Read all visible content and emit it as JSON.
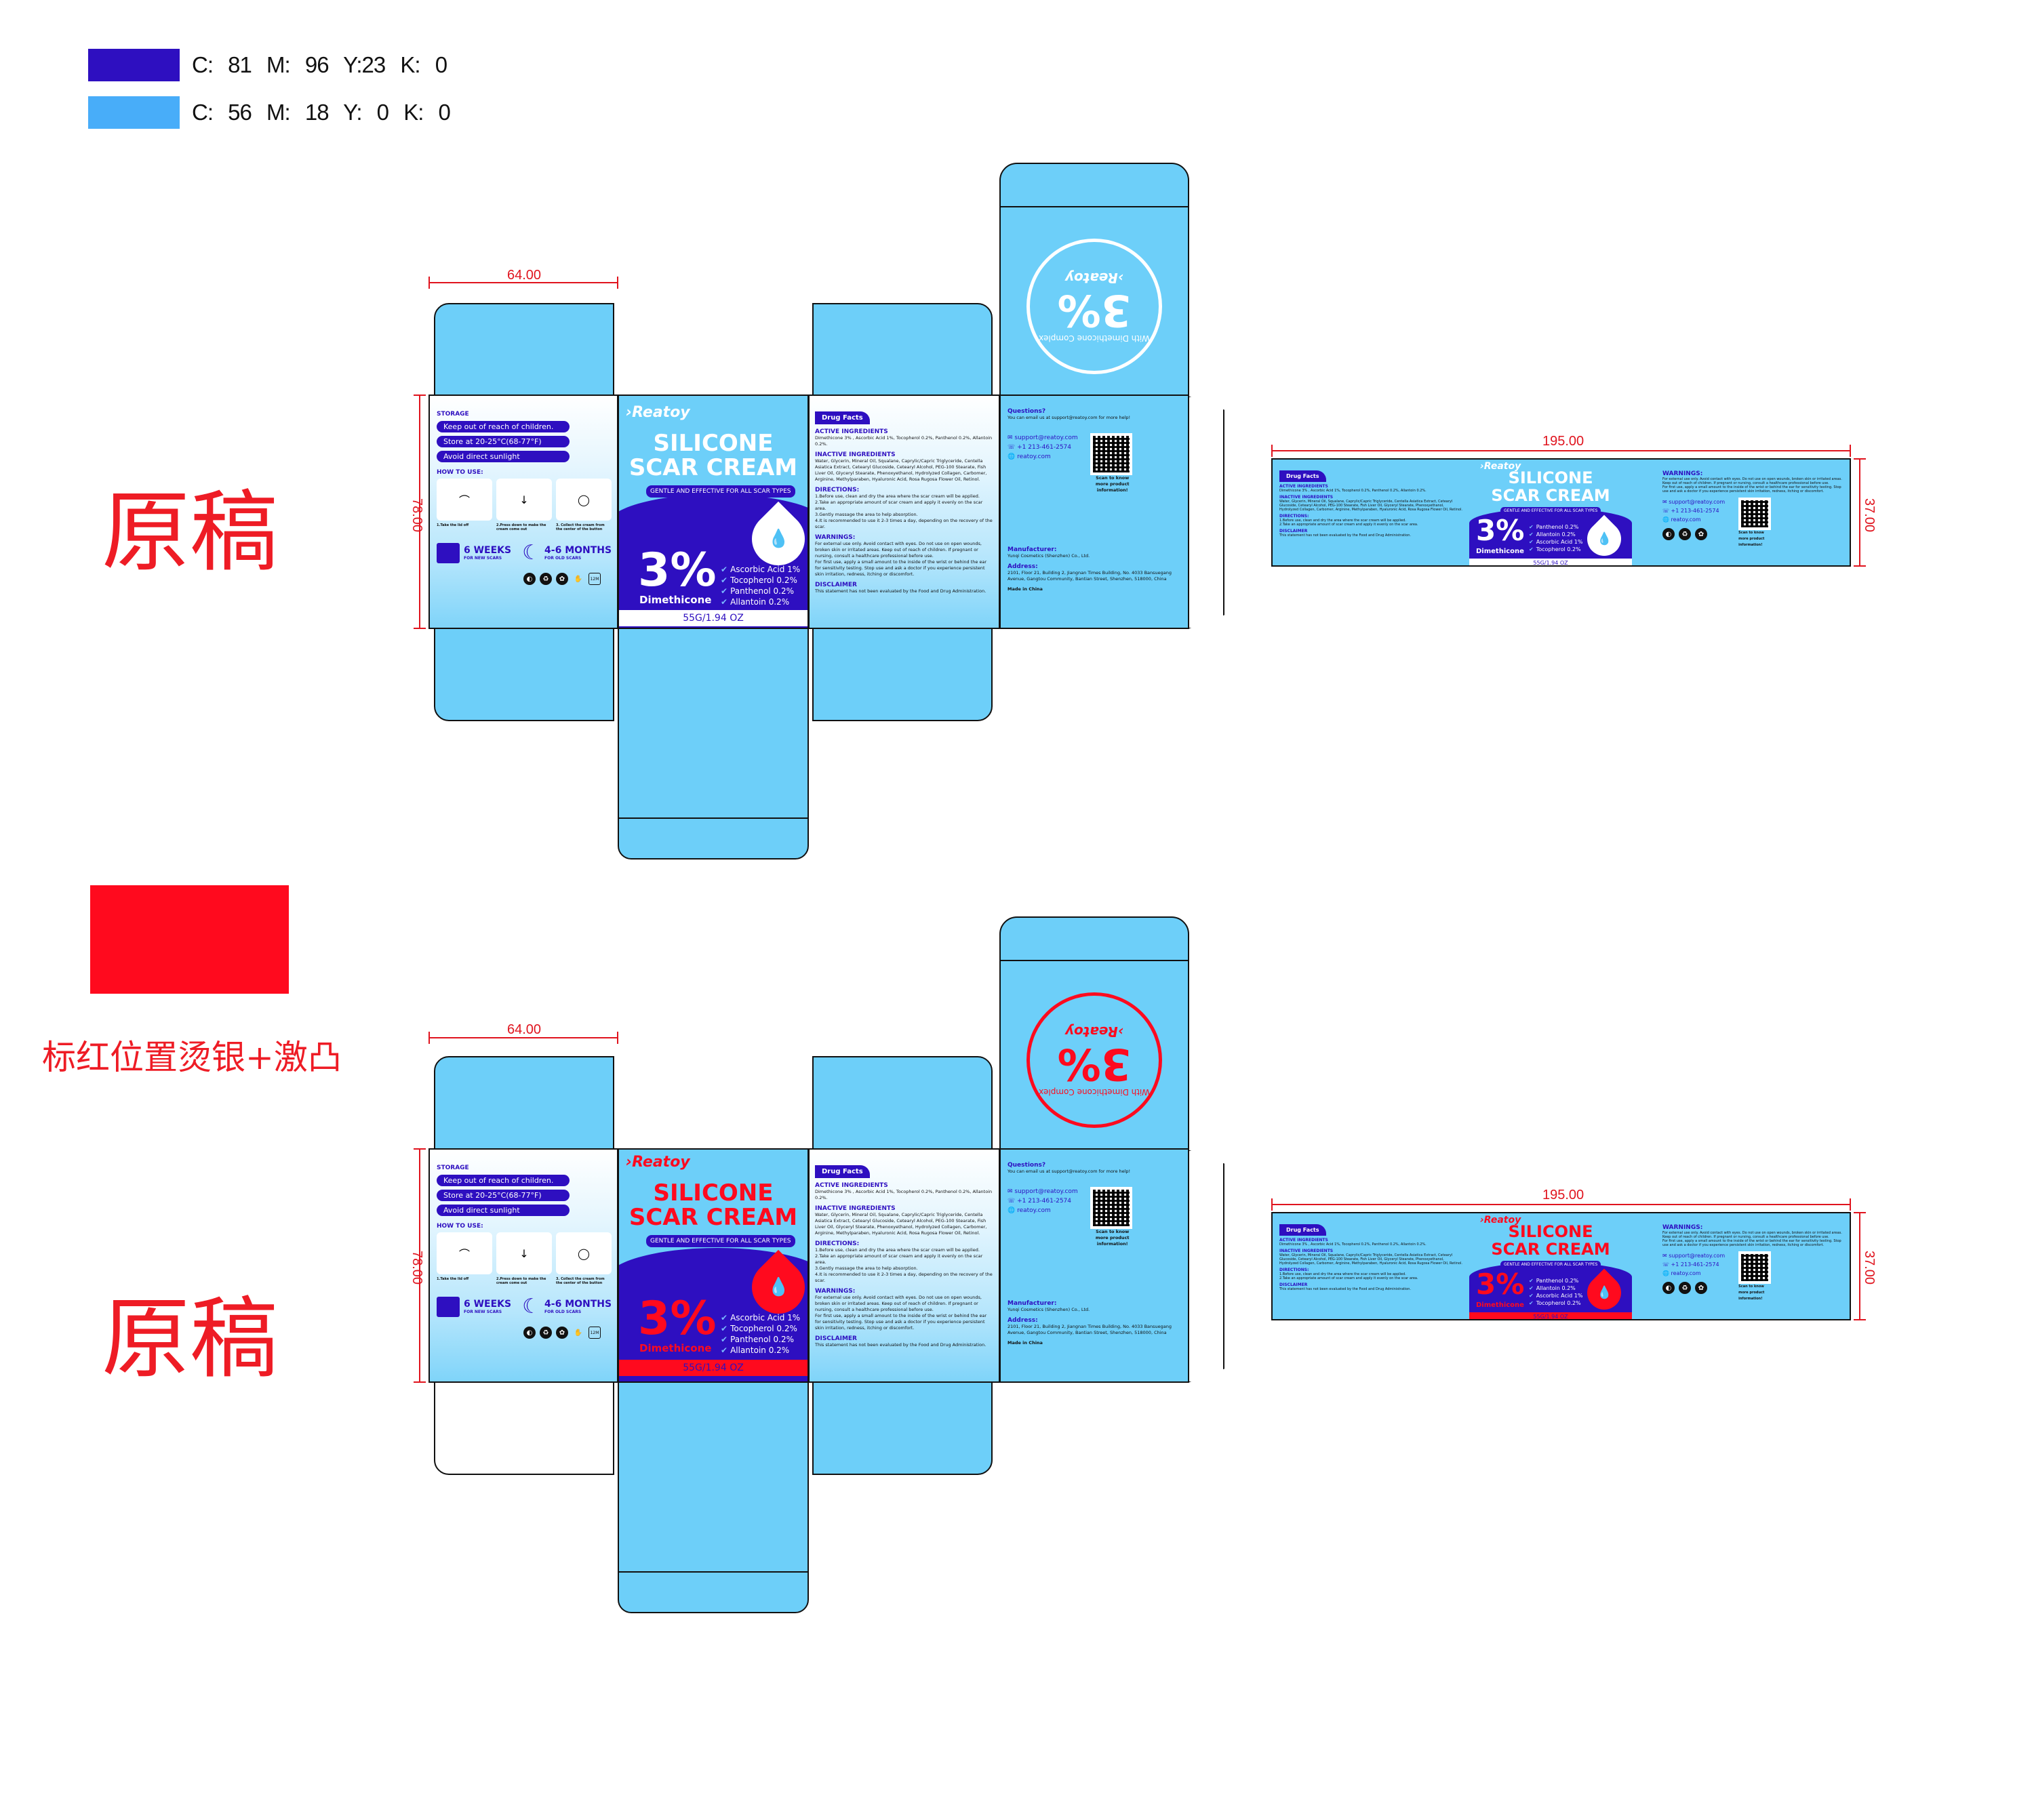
{
  "color_swatches": [
    {
      "hex": "#2e0fc0",
      "label": "C: 81  M: 96  Y:23  K: 0"
    },
    {
      "hex": "#48adf9",
      "label": "C: 56  M: 18  Y: 0  K: 0"
    }
  ],
  "annotations": {
    "original_label": "原稿",
    "foil_swatch_hex": "#ff0a1e",
    "foil_note": "标红位置烫银+激凸"
  },
  "dimensions": {
    "box_width": "64.00",
    "box_height": "78.00",
    "label_width": "195.00",
    "label_height": "37.00"
  },
  "product": {
    "brand": "›Reatoy",
    "title_line1": "SILICONE",
    "title_line2": "SCAR CREAM",
    "tagline": "GENTLE AND EFFECTIVE FOR ALL SCAR TYPES",
    "percent": "3%",
    "active": "Dimethicone",
    "ingredients": [
      "Ascorbic Acid 1%",
      "Tocopherol 0.2%",
      "Panthenol 0.2%",
      "Allantoin 0.2%"
    ],
    "label_ingredients": [
      "Panthenol 0.2%",
      "Allantoin 0.2%",
      "Ascorbic Acid 1%",
      "Tocopherol 0.2%"
    ],
    "weight": "55G/1.94 OZ"
  },
  "side_panel": {
    "storage_title": "STORAGE",
    "storage_items": [
      "Keep out of reach of children.",
      "Store at 20-25°C(68-77°F)",
      "Avoid direct sunlight"
    ],
    "how_to_title": "HOW TO USE:",
    "steps": [
      "1.Take the lid off",
      "2.Press down to make the cream come out",
      "3. Collect the cream from the center of the button"
    ],
    "badges": [
      {
        "big": "6 WEEKS",
        "small": "FOR NEW SCARS",
        "icon": "calendar-icon"
      },
      {
        "big": "4-6 MONTHS",
        "small": "FOR OLD SCARS",
        "icon": "moon-icon"
      }
    ],
    "eco_icons": [
      "green-dot-icon",
      "recycle-icon",
      "cruelty-free-icon",
      "not-tested-icon",
      "pao-12m-icon"
    ],
    "pao": "12M"
  },
  "drug_facts": {
    "header": "Drug Facts",
    "active_title": "ACTIVE INGREDIENTS",
    "active_text": "Dimethicone 3% , Ascorbic Acid 1%, Tocopherol 0.2%, Panthenol 0.2%, Allantoin 0.2%.",
    "inactive_title": "INACTIVE INGREDIENTS",
    "inactive_text": "Water, Glycerin, Mineral Oil, Squalane, Caprylic/Capric Triglyceride, Centella Asiatica Extract, Cetearyl Glucoside, Cetearyl Alcohol, PEG-100 Stearate, Fish Liver Oil, Glyceryl Stearate, Phenoxyethanol, Hydrolyzed Collagen, Carbomer, Arginine, Methylparaben, Hyaluronic Acid, Rosa Rugosa Flower Oil, Retinol.",
    "directions_title": "DIRECTIONS:",
    "directions": [
      "1.Before use, clean and dry the area where the scar cream will be applied.",
      "2.Take an appropriate amount of scar cream and apply it evenly on the scar area.",
      "3.Gently massage the area to help absorption.",
      "4.It is recommended to use it 2-3 times a day, depending on the recovery of the scar."
    ],
    "warnings_title": "WARNINGS:",
    "warnings_text": "For external use only. Avoid contact with eyes. Do not use on open wounds, broken skin or irritated areas. Keep out of reach of children. If pregnant or nursing, consult a healthcare professional before use.",
    "warnings_text2": "For first use, apply a small amount to the inside of the wrist or behind the ear for sensitivity testing. Stop use and ask a doctor if you experience persistent skin irritation, redness, itching or discomfort.",
    "disclaimer_title": "DISCLAIMER",
    "disclaimer_text": "This statement has not been evaluated by the Food and Drug Administration."
  },
  "back_panel": {
    "questions_title": "Questions?",
    "questions_text": "You can email us at support@reatoy.com for more help!",
    "email": "support@reatoy.com",
    "phone": "+1 213-461-2574",
    "website": "reatoy.com",
    "qr_caption": "Scan to know more product information!",
    "manufacturer_title": "Manufacturer:",
    "manufacturer": "Yunqi Cosmetics (Shenzhen) Co., Ltd.",
    "address_title": "Address:",
    "address": "2101, Floor 21, Building 2, Jiangnan Times Building, No. 4033 Bansuegang Avenue, Gangtou Community, Bantian Street, Shenzhen, 518000, China",
    "made_in": "Made in China"
  },
  "seal": {
    "arc_text": "With Dimethicone Complex",
    "percent": "3%",
    "brand": "›Reatoy"
  },
  "colors": {
    "navy": "#2e0fc0",
    "light_blue": "#6dcff9",
    "foil_red": "#ff0a1e",
    "dim_red": "#e0141e"
  }
}
